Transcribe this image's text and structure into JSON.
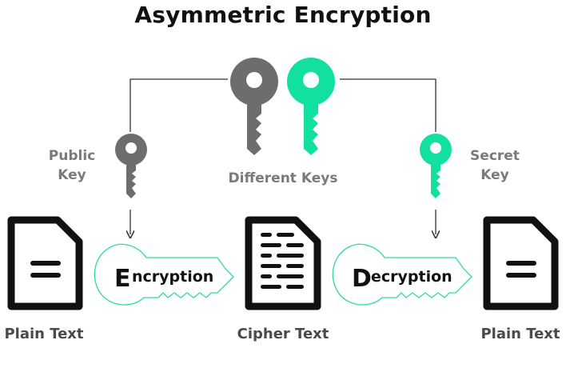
{
  "title": "Asymmetric Encryption",
  "labels": {
    "public_key_line1": "Public",
    "public_key_line2": "Key",
    "secret_key_line1": "Secret",
    "secret_key_line2": "Key",
    "different_keys": "Different Keys",
    "encryption_initial": "E",
    "encryption_rest": "ncryption",
    "decryption_initial": "D",
    "decryption_rest": "ecryption",
    "plain_text_left": "Plain Text",
    "cipher_text": "Cipher Text",
    "plain_text_right": "Plain Text"
  },
  "colors": {
    "public_key": "#6d6d6d",
    "secret_key": "#12e0a0",
    "document": "#111111",
    "connector": "#333333",
    "key_outline": "#2fd9a3"
  }
}
